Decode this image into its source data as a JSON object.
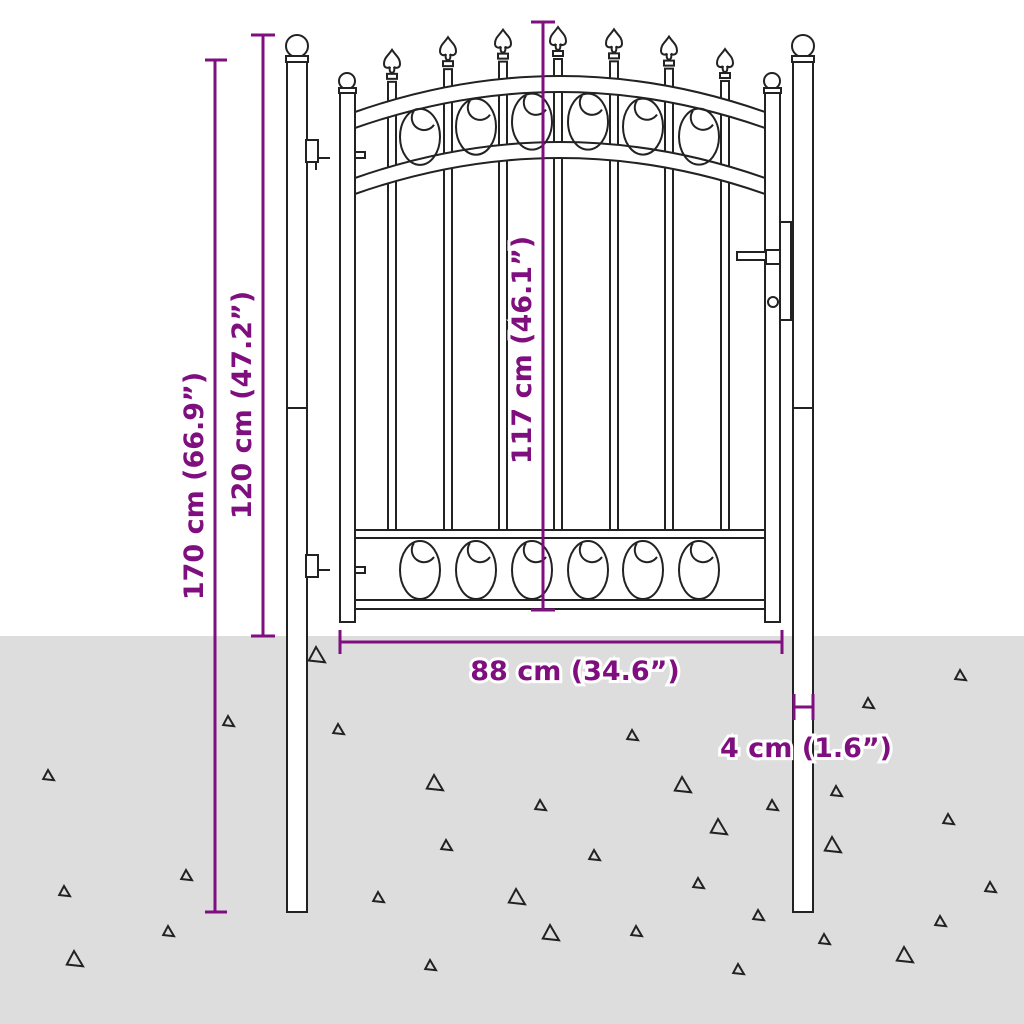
{
  "colors": {
    "dimension": "#7f0f7f",
    "ground": "#dddddd",
    "line": "#222222"
  },
  "dimensions": {
    "total_height": "170 cm (66.9”)",
    "gate_height_outer": "120 cm (47.2”)",
    "gate_height_center": "117 cm (46.1”)",
    "gate_width": "88 cm (34.6”)",
    "post_width": "4 cm (1.6”)"
  }
}
